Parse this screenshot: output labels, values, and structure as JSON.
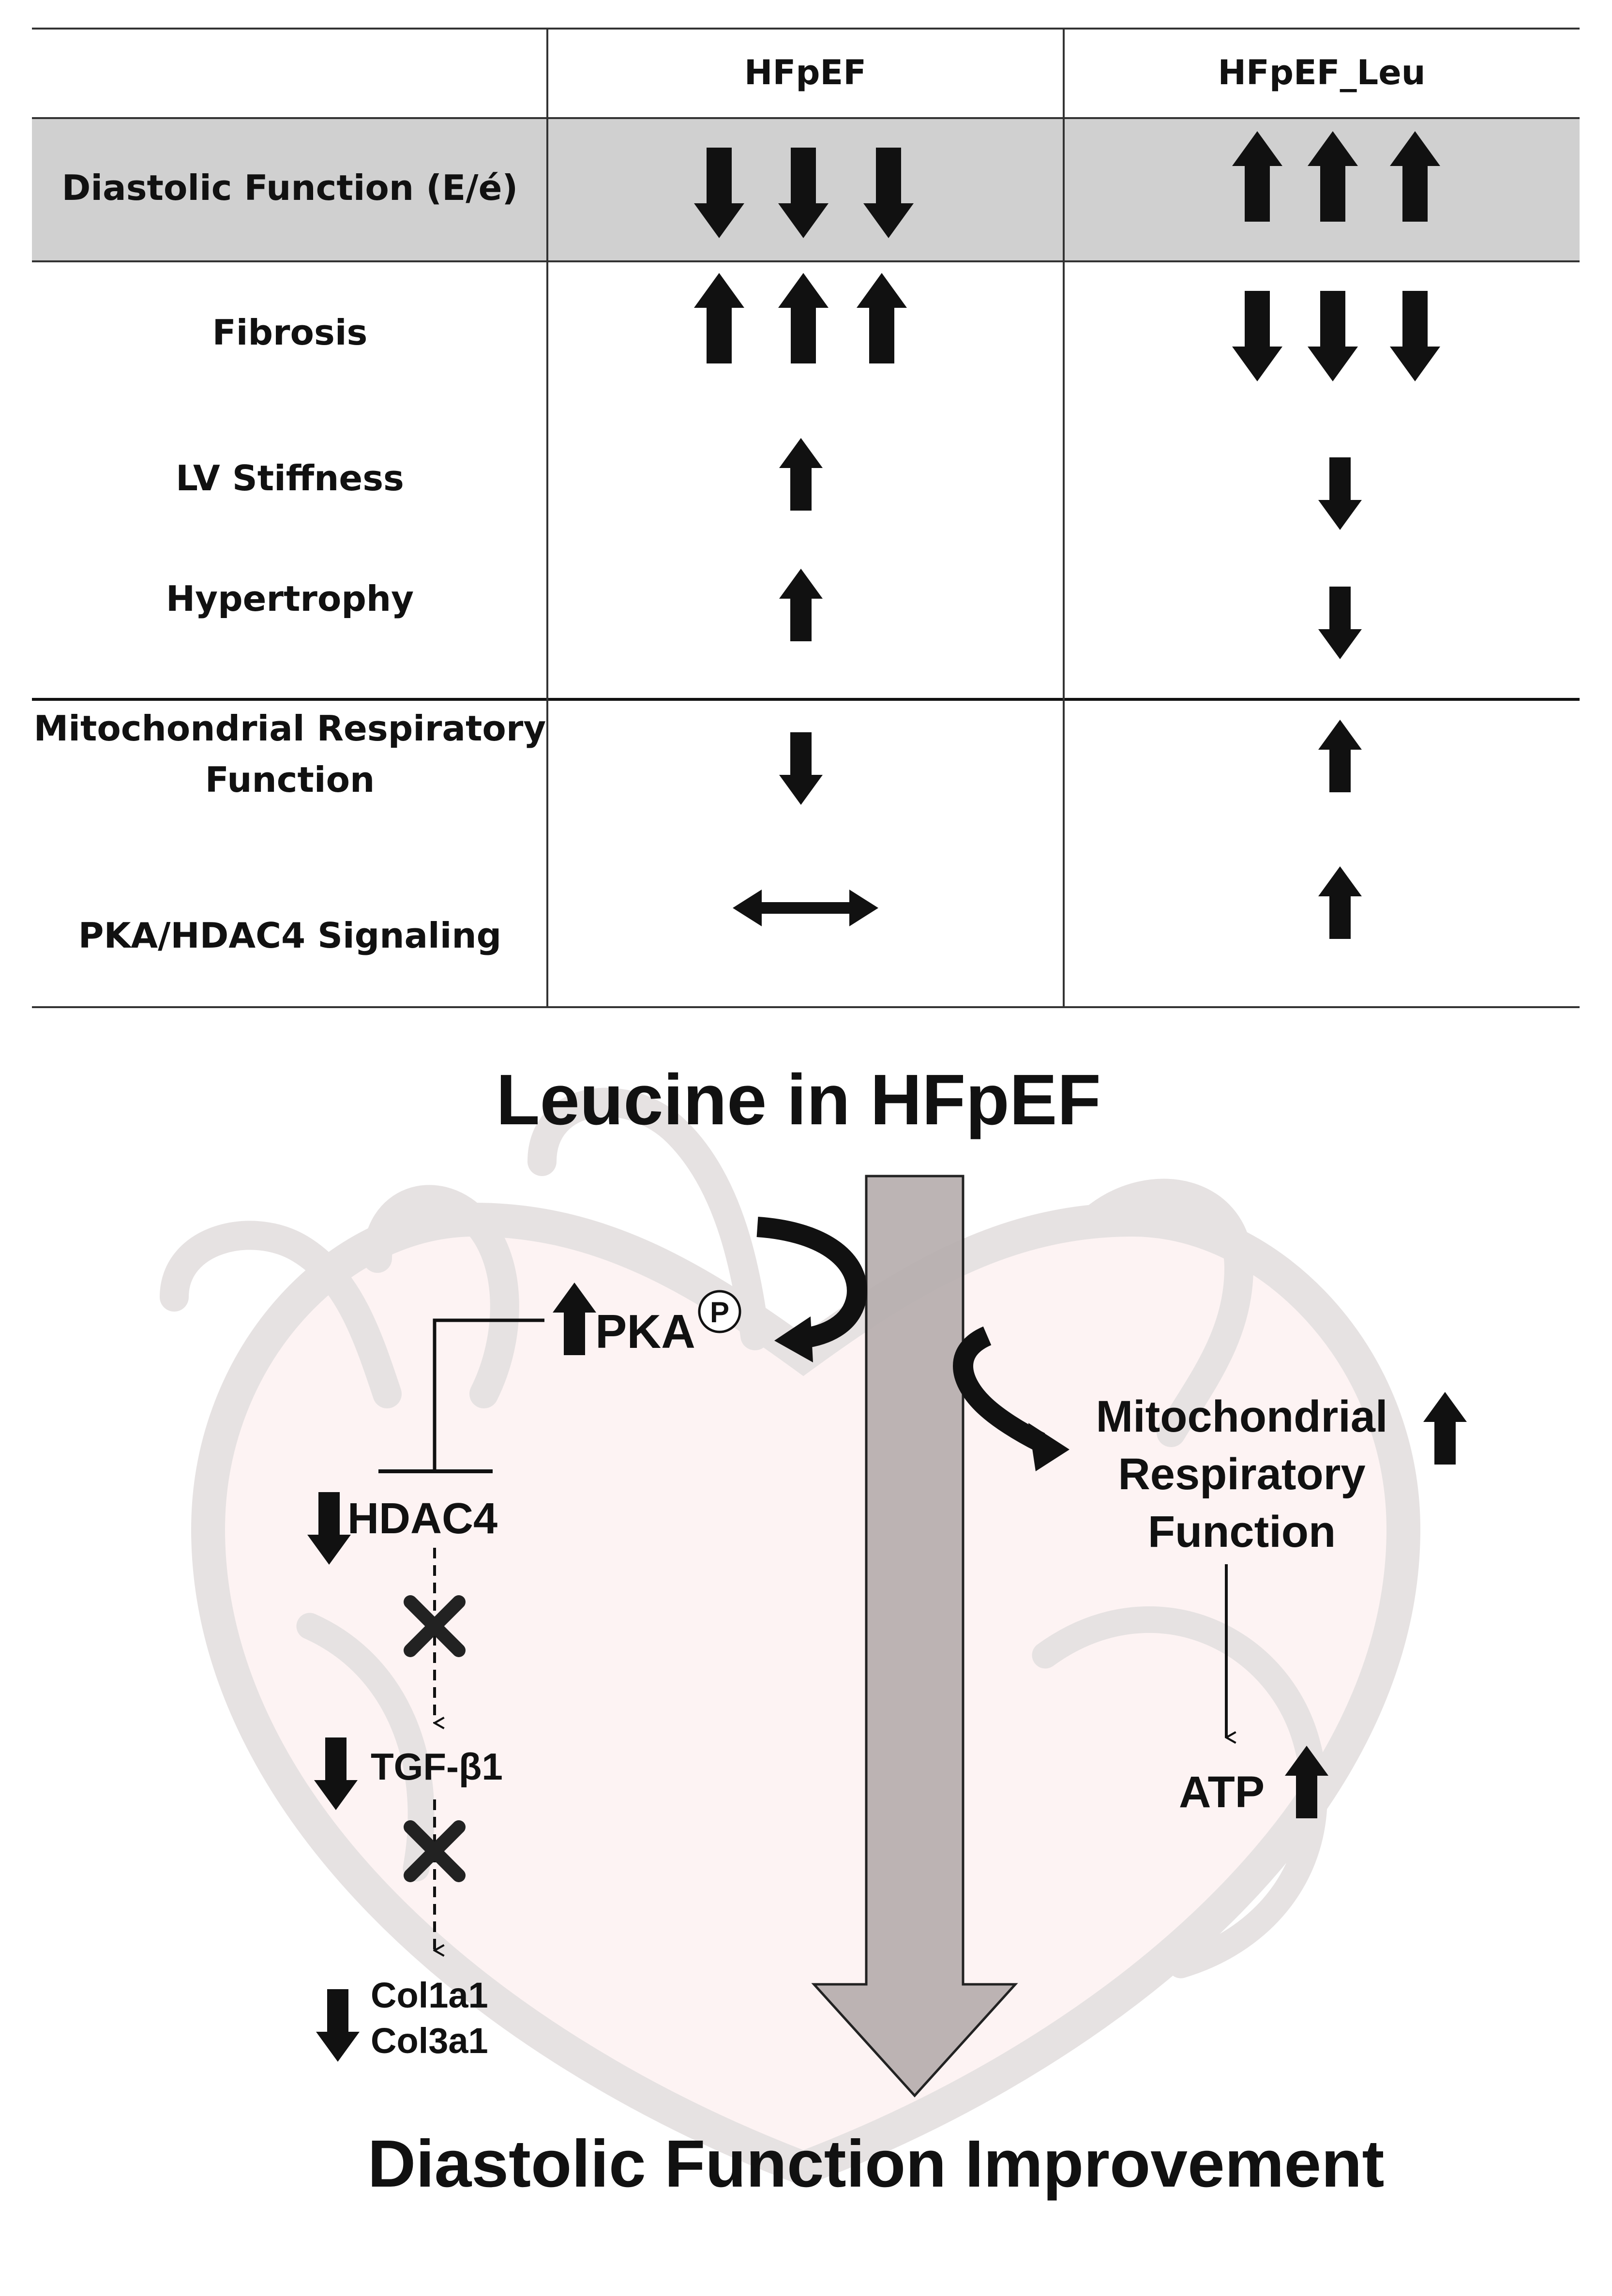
{
  "table": {
    "columns": [
      "",
      "HFpEF",
      "HFpEF_Leu"
    ],
    "rows": [
      {
        "label": "Diastolic Function (E/é)",
        "hfpef": "down-x3",
        "hfpef_leu": "up-x3",
        "shaded": true
      },
      {
        "label": "Fibrosis",
        "hfpef": "up-x3",
        "hfpef_leu": "down-x3"
      },
      {
        "label": "LV Stiffness",
        "hfpef": "up",
        "hfpef_leu": "down"
      },
      {
        "label": "Hypertrophy",
        "hfpef": "up",
        "hfpef_leu": "down"
      },
      {
        "label_lines": [
          "Mitochondrial Respiratory",
          "Function"
        ],
        "hfpef": "down",
        "hfpef_leu": "up"
      },
      {
        "label": "PKA/HDAC4 Signaling",
        "hfpef": "no-change",
        "hfpef_leu": "up"
      }
    ]
  },
  "diagram": {
    "title": "Leucine in HFpEF",
    "footer": "Diastolic Function Improvement",
    "pka": {
      "label": "PKA",
      "badge": "P",
      "change": "up"
    },
    "hdac4": {
      "label": "HDAC4",
      "change": "down"
    },
    "tgf": {
      "label": "TGF-β1",
      "change": "down"
    },
    "collagen": {
      "lines": [
        "Col1a1",
        "Col3a1"
      ],
      "change": "down"
    },
    "mito": {
      "lines": [
        "Mitochondrial",
        "Respiratory",
        "Function"
      ],
      "change": "up"
    },
    "atp": {
      "label": "ATP",
      "change": "up"
    }
  },
  "colors": {
    "shaded_row": "#d0d0d0",
    "grid_line": "#333333",
    "central_arrow_fill": "#b6aeae",
    "heart_outline": "#e6e2e2",
    "heart_fill": "#fdf3f3",
    "ink": "#111111"
  }
}
